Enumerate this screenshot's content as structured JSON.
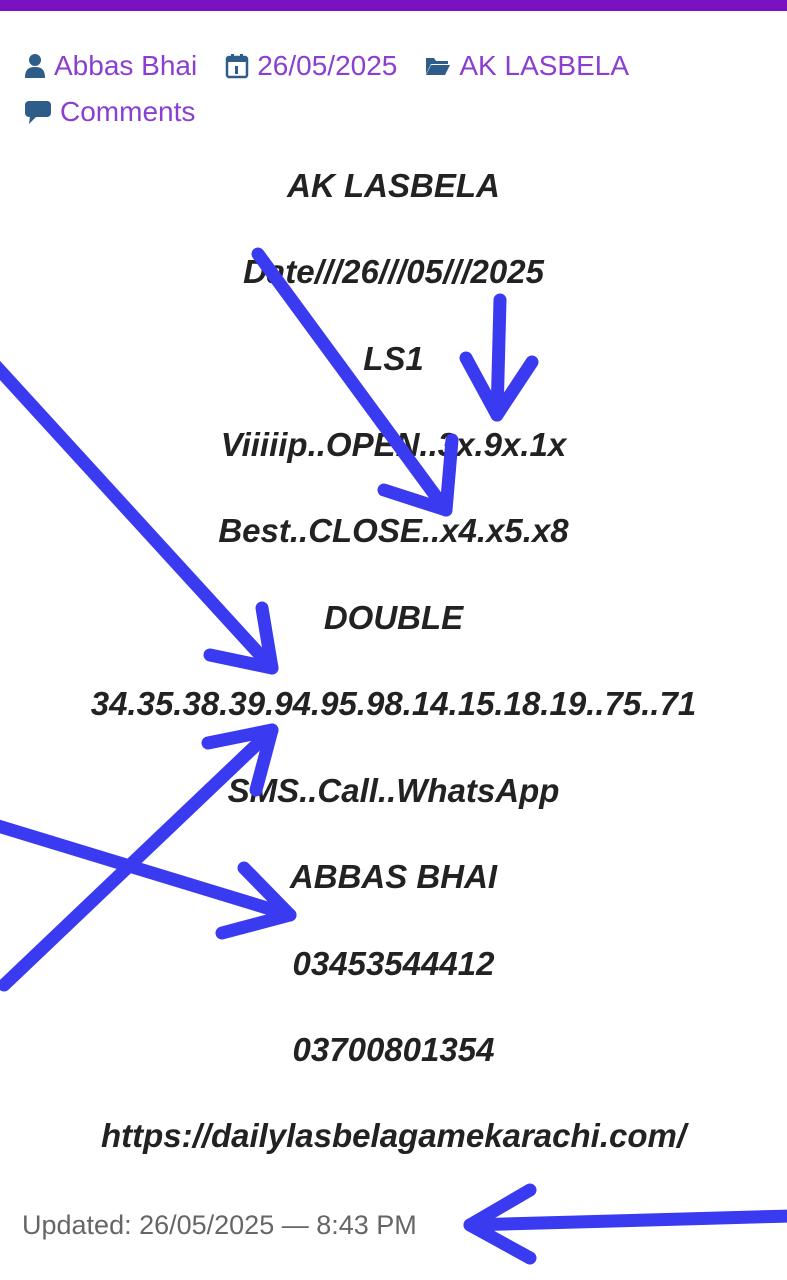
{
  "meta": {
    "author": "Abbas Bhai",
    "date": "26/05/2025",
    "category": "AK LASBELA",
    "comments": "Comments",
    "icons": [
      "user-icon",
      "calendar-icon",
      "folder-icon",
      "comment-icon"
    ],
    "link_color": "#8a3fd0",
    "icon_color": "#2f5d8a"
  },
  "post": {
    "lines": [
      "AK LASBELA",
      "Date///26///05///2025",
      "LS1",
      "Viiiiip..OPEN..3x.9x.1x",
      "Best..CLOSE..x4.x5.x8",
      "DOUBLE",
      "34.35.38.39.94.95.98.14.15.18.19..75..71",
      "SMS..Call..WhatsApp",
      "ABBAS BHAI",
      "03453544412",
      "03700801354",
      "https://dailylasbelagamekarachi.com/"
    ]
  },
  "footer": {
    "updated": "Updated: 26/05/2025 — 8:43 PM"
  },
  "colors": {
    "top_bar": "#7b12c2",
    "annotation_arrows": "#3a3af0",
    "text": "#222222"
  }
}
